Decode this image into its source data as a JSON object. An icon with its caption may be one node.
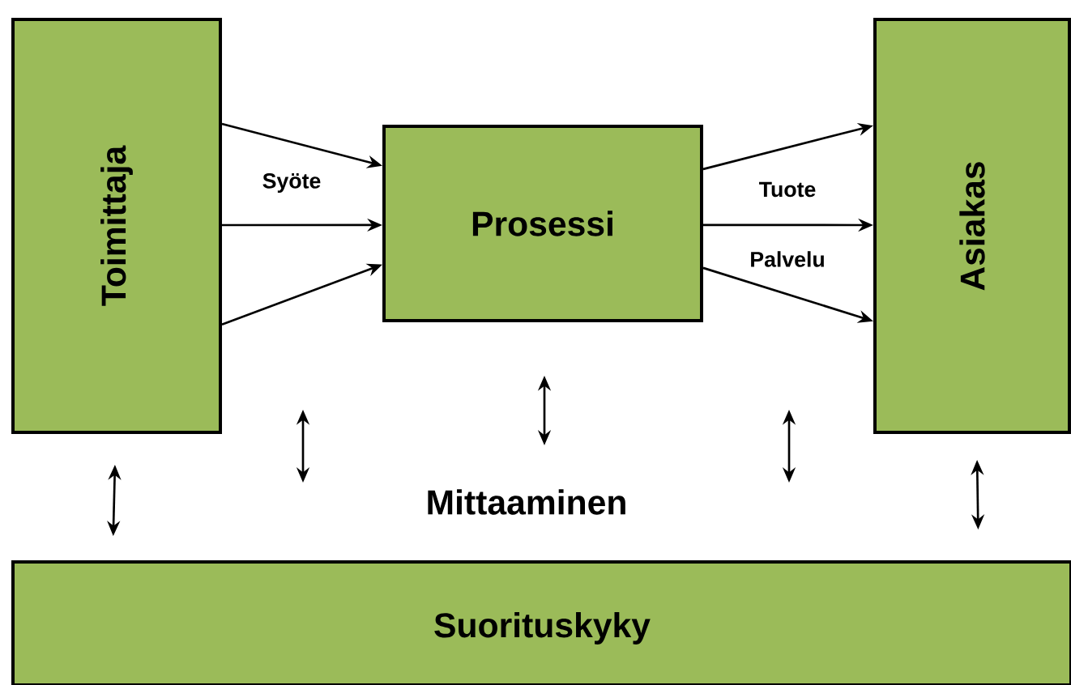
{
  "diagram": {
    "nodes": [
      {
        "text": [
          "Toimittaja"
        ]
      },
      {
        "text": [
          "Prosessi"
        ]
      },
      {
        "text": [
          "Asiakas"
        ]
      },
      {
        "text": [
          "Suorituskyky"
        ]
      }
    ],
    "edges": [
      {
        "from": 0,
        "to": 1,
        "arrow": "to",
        "label": "Syöte"
      },
      {
        "from": 0,
        "to": 1,
        "arrow": "to"
      },
      {
        "from": 0,
        "to": 1,
        "arrow": "to"
      },
      {
        "from": 1,
        "to": 2,
        "arrow": "to",
        "label": "Tuote"
      },
      {
        "from": 1,
        "to": 2,
        "arrow": "to"
      },
      {
        "from": 1,
        "to": 2,
        "arrow": "to",
        "label": "Palvelu"
      },
      {
        "from": 0,
        "to": 3,
        "arrow": "both"
      },
      {
        "from": 2,
        "to": 3,
        "arrow": "both"
      }
    ],
    "labels": [
      "Mittaaminen"
    ]
  }
}
